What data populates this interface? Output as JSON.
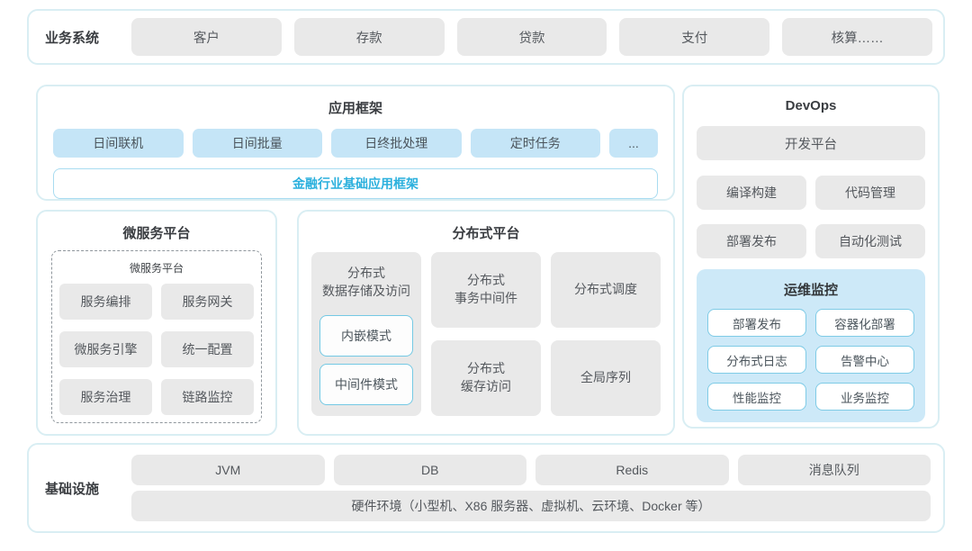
{
  "colors": {
    "panel_border": "#d9eef3",
    "gray_box": "#e9e9e9",
    "blue_box": "#c5e5f7",
    "ops_panel_bg": "#cde9f8",
    "ops_item_border": "#7fcbe6",
    "mode_box_border": "#74c9e4",
    "accent_text": "#2bb0dd",
    "body_text": "#54585d",
    "title_text": "#3a3d41"
  },
  "business_systems": {
    "label": "业务系统",
    "items": [
      "客户",
      "存款",
      "贷款",
      "支付",
      "核算……"
    ]
  },
  "app_framework": {
    "title": "应用框架",
    "items": [
      "日间联机",
      "日间批量",
      "日终批处理",
      "定时任务",
      "..."
    ],
    "base_bar": "金融行业基础应用框架"
  },
  "microservice_platform": {
    "title": "微服务平台",
    "inner_title": "微服务平台",
    "items": [
      "服务编排",
      "服务网关",
      "微服务引擎",
      "统一配置",
      "服务治理",
      "链路监控"
    ]
  },
  "distributed_platform": {
    "title": "分布式平台",
    "storage": {
      "label": "分布式\n数据存储及访问",
      "modes": [
        "内嵌模式",
        "中间件模式"
      ]
    },
    "cells": {
      "tx_middleware": "分布式\n事务中间件",
      "scheduler": "分布式调度",
      "cache_access": "分布式\n缓存访问",
      "global_sequence": "全局序列"
    }
  },
  "devops": {
    "title": "DevOps",
    "dev_platform": "开发平台",
    "items": [
      "编译构建",
      "代码管理",
      "部署发布",
      "自动化测试"
    ],
    "ops_monitor": {
      "title": "运维监控",
      "items": [
        "部署发布",
        "容器化部署",
        "分布式日志",
        "告警中心",
        "性能监控",
        "业务监控"
      ]
    }
  },
  "infrastructure": {
    "label": "基础设施",
    "items": [
      "JVM",
      "DB",
      "Redis",
      "消息队列"
    ],
    "hardware": "硬件环境（小型机、X86 服务器、虚拟机、云环境、Docker 等）"
  }
}
